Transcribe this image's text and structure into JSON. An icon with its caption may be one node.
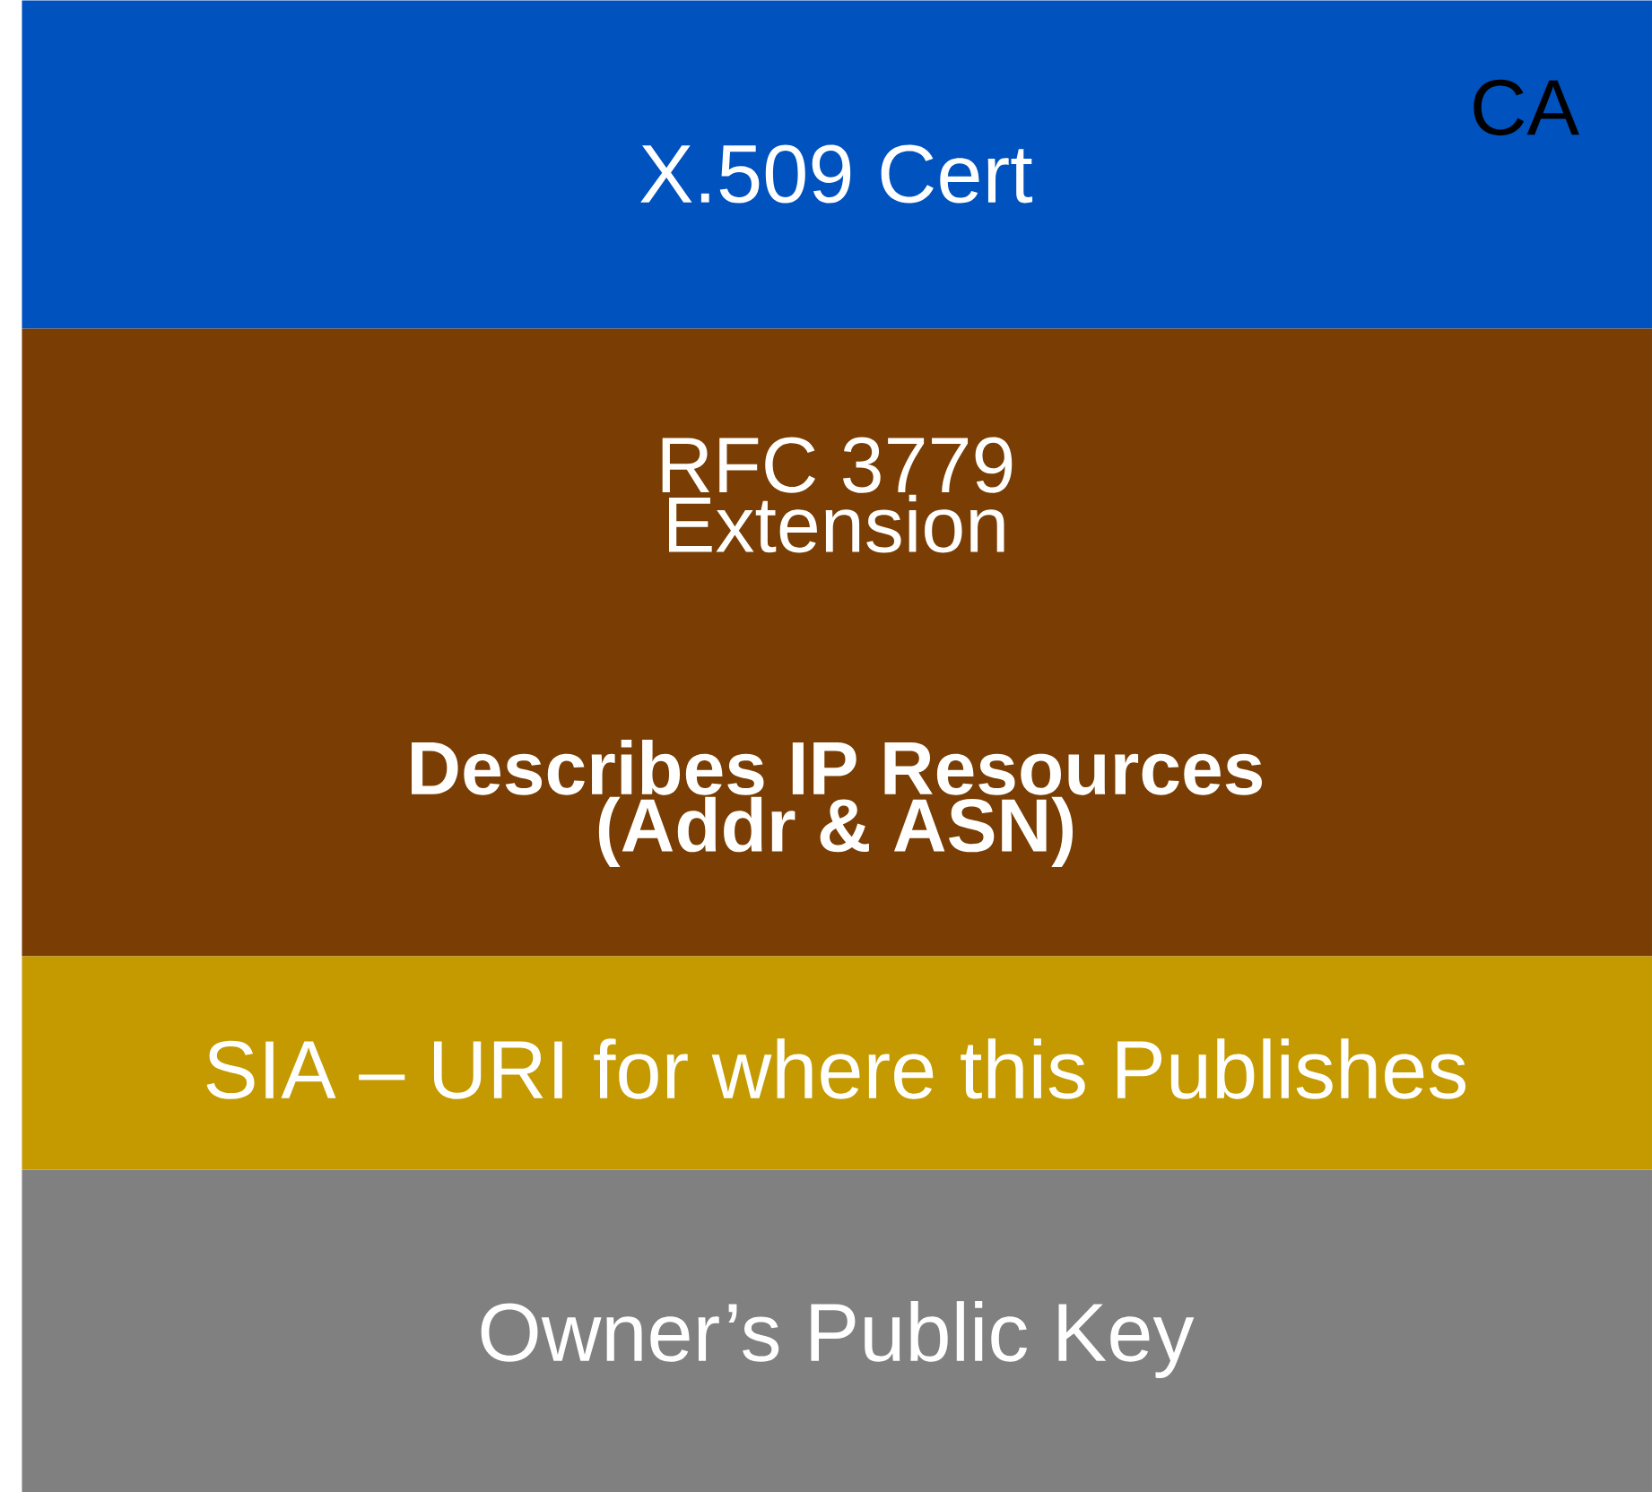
{
  "diagram": {
    "nodes": [
      {
        "text": [
          "X.509 Cert",
          "CA"
        ]
      },
      {
        "text": [
          "RFC 3779 Extension",
          "Describes IP Resources (Addr & ASN)"
        ]
      },
      {
        "text": [
          "SIA – URI for where this Publishes"
        ]
      },
      {
        "text": [
          "Owner’s Public Key"
        ]
      }
    ]
  }
}
